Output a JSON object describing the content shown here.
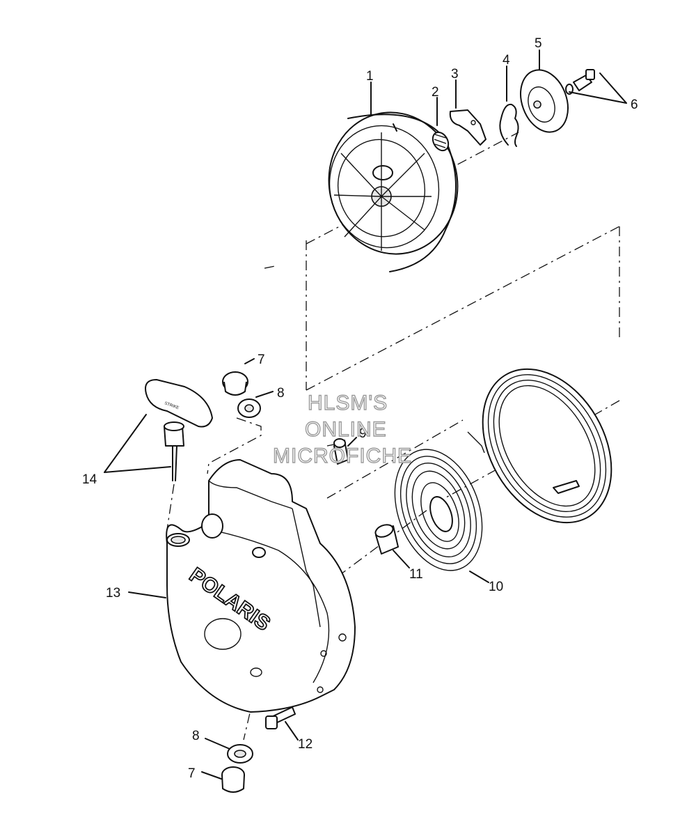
{
  "callouts": [
    {
      "id": "1",
      "text": "1"
    },
    {
      "id": "2",
      "text": "2"
    },
    {
      "id": "3",
      "text": "3"
    },
    {
      "id": "4",
      "text": "4"
    },
    {
      "id": "5",
      "text": "5"
    },
    {
      "id": "6",
      "text": "6"
    },
    {
      "id": "7a",
      "text": "7"
    },
    {
      "id": "8a",
      "text": "8"
    },
    {
      "id": "9",
      "text": "9"
    },
    {
      "id": "10",
      "text": "10"
    },
    {
      "id": "11",
      "text": "11"
    },
    {
      "id": "12",
      "text": "12"
    },
    {
      "id": "13",
      "text": "13"
    },
    {
      "id": "14",
      "text": "14"
    },
    {
      "id": "8b",
      "text": "8"
    },
    {
      "id": "7b",
      "text": "7"
    }
  ],
  "watermark": {
    "line1": "HLSM'S",
    "line2": "ONLINE",
    "line3": "MICROFICHE"
  },
  "housing_logo": "POLARIS",
  "handle_text": "STRIKE"
}
